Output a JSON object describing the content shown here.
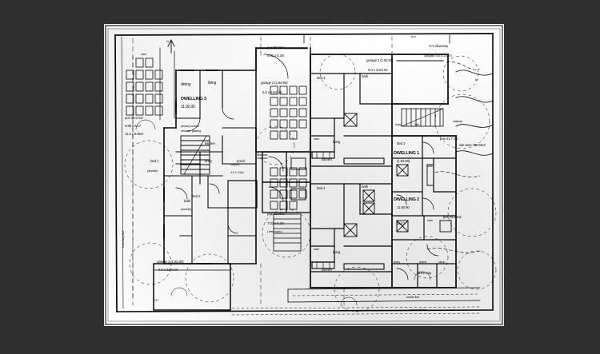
{
  "document": {
    "type": "architectural-site-plan",
    "description": "Scanned black and white multi-dwelling residential site plan / ground floor plan",
    "background_color": "#2f2f2f",
    "sheet_color": "#ffffff",
    "ink_color": "#1a1a1a"
  },
  "annotations": {
    "site_area": "site area 788.6m2",
    "pos_top_left_area": "pos  35.9 m2",
    "pos_top_left_dim_1": "6.98 x 5.17",
    "pos_top_left_dim_2": "11.2 x 5.05m",
    "pos_top_mid_area": "pos 35.0m2",
    "pos_top_mid_dim": "6.61 x 5.3m",
    "pos_bottom_mid_area": "pos 35.9m2",
    "pos_bottom_mid_dim": "7.02 x 5.3m",
    "pos_bottom_mid_note": "( less sqbs )",
    "pos_right_area": "pos  41.7 m2",
    "pos_far_right_area": "pos  44.8 m2",
    "driveway_note_top": "3 m  driveway",
    "carpark_note_top": "carpark  4.9 x 2.6 m",
    "driveway_note_bottom": "drive way",
    "sewer_line": "sewer line",
    "easement_line": "easement  line",
    "privacy_screen": "privacy screen",
    "obscure_glazing": "obscure glazing",
    "boundary_left": "boundary  line"
  },
  "garages": [
    {
      "id": "garage-2",
      "label": "garage 2  (1.92.90)",
      "dims": "6.0 x 3.5m int"
    },
    {
      "id": "garage-1",
      "label": "garage 1  (1.92.80)",
      "dims": "6.0 x 3.5m int"
    },
    {
      "id": "garage-3",
      "label": "garage 3 (1.92.80)",
      "dims": "6.0 x 3.5m int"
    }
  ],
  "dwellings": [
    {
      "id": "dwelling-3",
      "name": "DWELLING 3",
      "area": "11.92.90"
    },
    {
      "id": "dwelling-1",
      "name": "DWELLING 1",
      "area": "(1.92.90)"
    },
    {
      "id": "dwelling-2",
      "name": "DWELLING 2",
      "area": "11.92.90"
    }
  ],
  "rooms": {
    "left_unit": [
      {
        "label": "dining"
      },
      {
        "label": "living"
      },
      {
        "label": "kitchen"
      },
      {
        "label": "bed 1"
      },
      {
        "label": "(double)"
      },
      {
        "label": "bath"
      },
      {
        "label": "(double)"
      },
      {
        "label": "bed 2"
      },
      {
        "label": "entry"
      },
      {
        "label": "porch"
      },
      {
        "label": "robe"
      },
      {
        "label": "robe"
      },
      {
        "label": "robe"
      },
      {
        "label": "carport"
      },
      {
        "label": "4.9 x 2.6m"
      }
    ],
    "centre_unit": [
      {
        "label": "bed 4"
      },
      {
        "label": "bath"
      },
      {
        "label": "robe"
      },
      {
        "label": "living"
      },
      {
        "label": "kitchen"
      },
      {
        "label": "bed 4"
      },
      {
        "label": "bath"
      },
      {
        "label": "robe"
      },
      {
        "label": "living"
      },
      {
        "label": "kitchen"
      }
    ],
    "right_unit": [
      {
        "label": "bed 1"
      },
      {
        "label": "bath"
      },
      {
        "label": "robe"
      },
      {
        "label": "bed 2"
      },
      {
        "label": "entry"
      },
      {
        "label": "porch"
      },
      {
        "label": "ramp"
      },
      {
        "label": "entry"
      },
      {
        "label": "hall"
      },
      {
        "label": "hallway"
      },
      {
        "label": "entry"
      },
      {
        "label": "porch"
      }
    ]
  },
  "misc_marks": {
    "north_top": "N",
    "corner_mark_tl": "w",
    "corner_mark_tr": "s.w",
    "corner_mark_right": "br",
    "corner_mark_bottom": "+17",
    "step_marks": "s"
  }
}
